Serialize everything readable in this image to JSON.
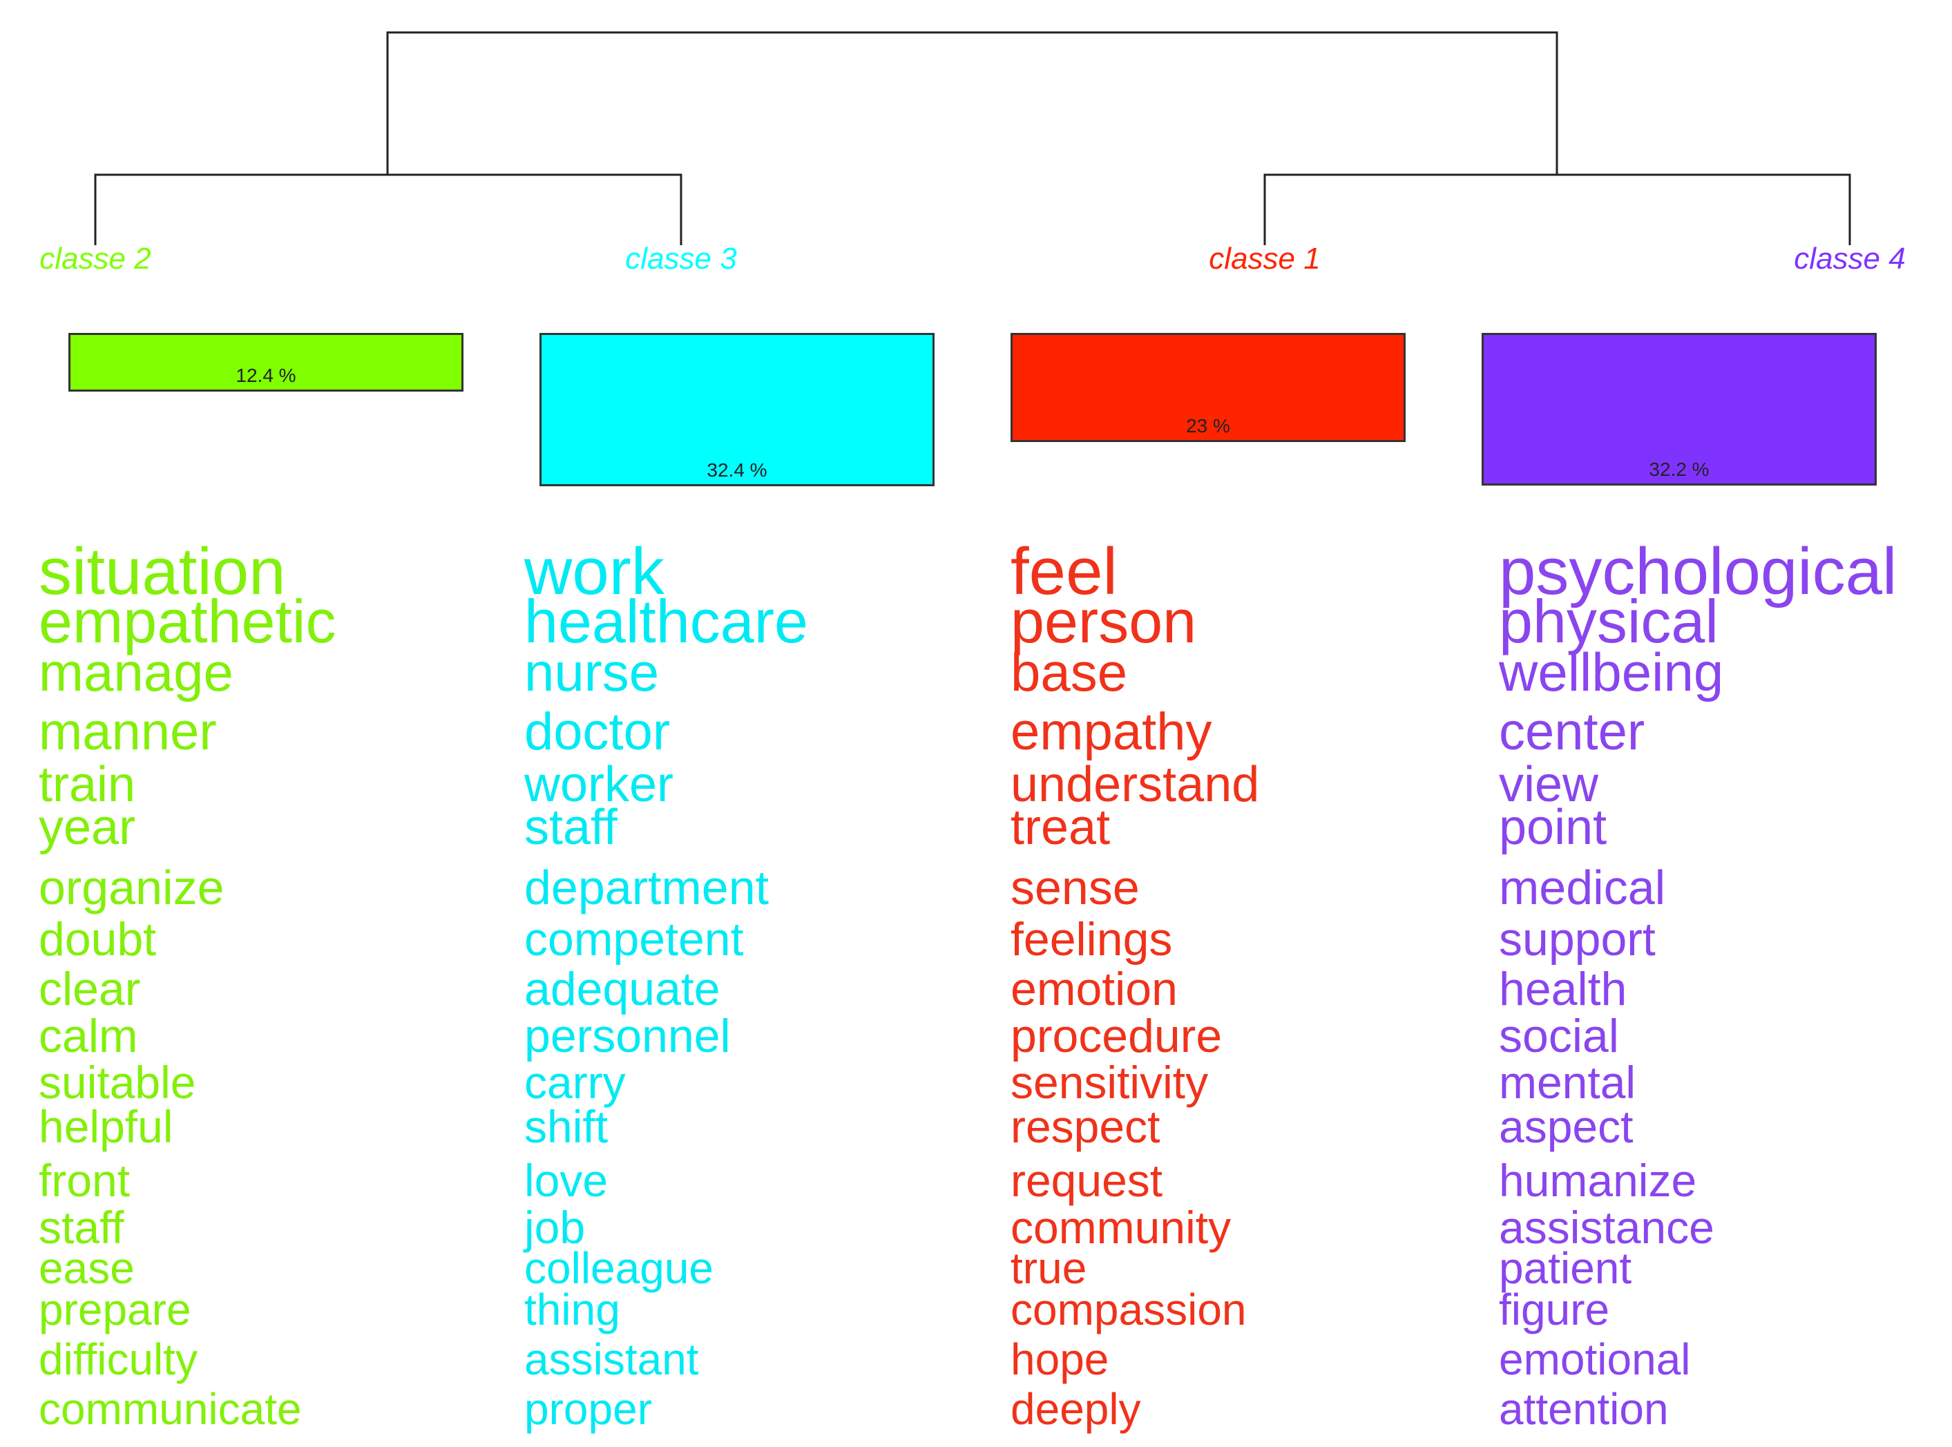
{
  "classes": [
    {
      "id": "class2",
      "label": "classe  2",
      "color": "#7fff00",
      "word_color": "#82f00a",
      "percent": "12.4 %",
      "share": 12.4,
      "words": [
        "situation",
        "empathetic",
        "manage",
        "manner",
        "train",
        "year",
        "organize",
        "doubt",
        "clear",
        "calm",
        "suitable",
        "helpful",
        "front",
        "staff",
        "ease",
        "prepare",
        "difficulty",
        "communicate"
      ]
    },
    {
      "id": "class3",
      "label": "classe  3",
      "color": "#00ffff",
      "word_color": "#00eaf4",
      "percent": "32.4 %",
      "share": 32.4,
      "words": [
        "work",
        "healthcare",
        "nurse",
        "doctor",
        "worker",
        "staff",
        "department",
        "competent",
        "adequate",
        "personnel",
        "carry",
        "shift",
        "love",
        "job",
        "colleague",
        "thing",
        "assistant",
        "proper"
      ]
    },
    {
      "id": "class1",
      "label": "classe  1",
      "color": "#ff2400",
      "word_color": "#f0321a",
      "percent": "23 %",
      "share": 23,
      "words": [
        "feel",
        "person",
        "base",
        "empathy",
        "understand",
        "treat",
        "sense",
        "feelings",
        "emotion",
        "procedure",
        "sensitivity",
        "respect",
        "request",
        "community",
        "true",
        "compassion",
        "hope",
        "deeply"
      ]
    },
    {
      "id": "class4",
      "label": "classe  4",
      "color": "#8033ff",
      "word_color": "#8a45ee",
      "percent": "32.2 %",
      "share": 32.2,
      "words": [
        "psychological",
        "physical",
        "wellbeing",
        "center",
        "view",
        "point",
        "medical",
        "support",
        "health",
        "social",
        "mental",
        "aspect",
        "humanize",
        "assistance",
        "patient",
        "figure",
        "emotional",
        "attention"
      ]
    }
  ]
}
